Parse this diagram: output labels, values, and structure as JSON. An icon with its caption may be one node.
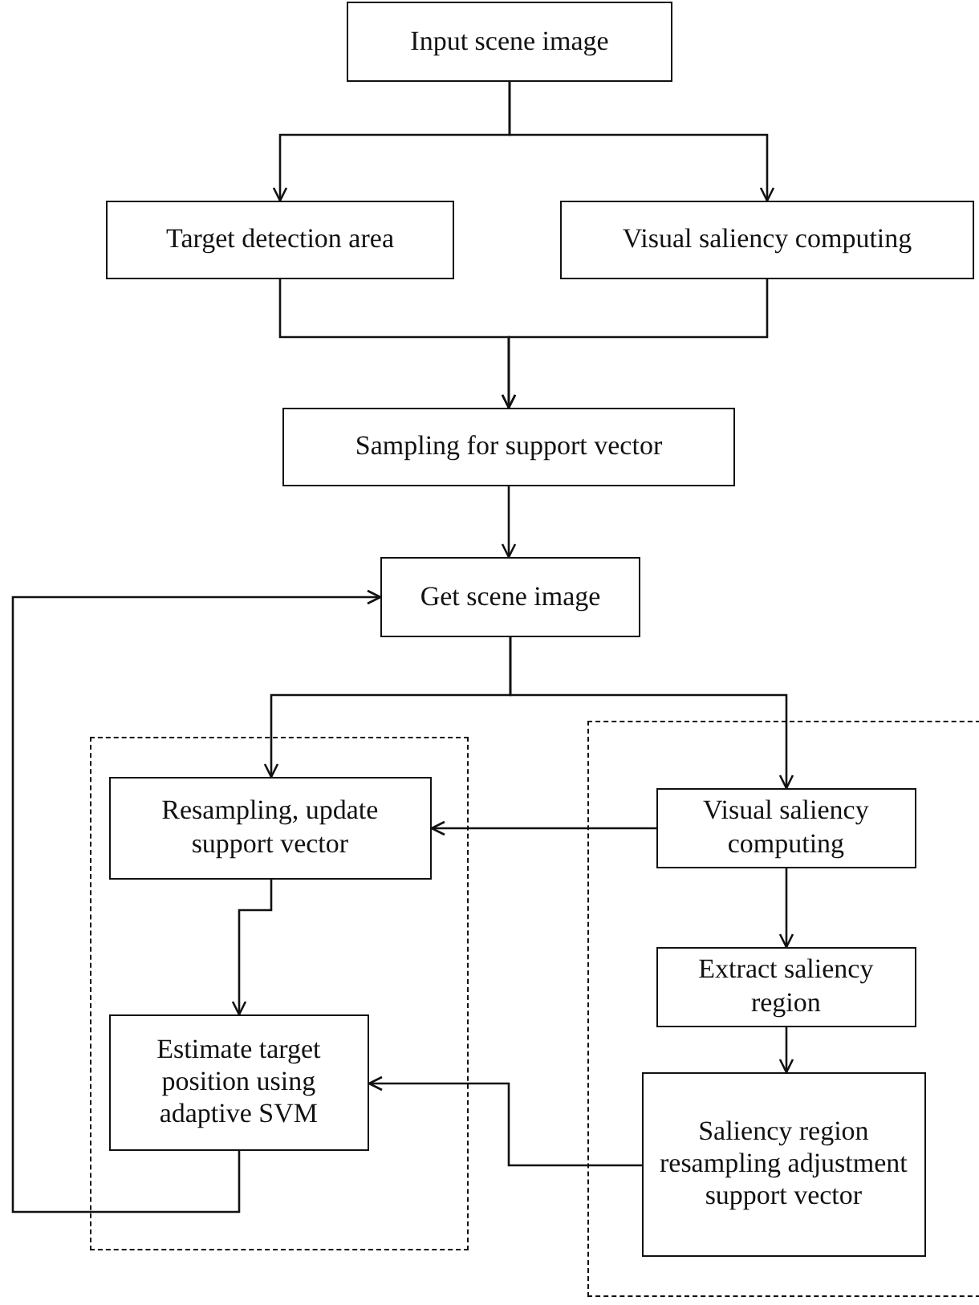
{
  "diagram": {
    "nodes": [
      {
        "text": [
          "Input scene image"
        ]
      },
      {
        "text": [
          "Target detection area"
        ]
      },
      {
        "text": [
          "Visual saliency computing"
        ]
      },
      {
        "text": [
          "Sampling for support vector"
        ]
      },
      {
        "text": [
          "Get scene image"
        ]
      },
      {
        "text": [],
        "shape": "box"
      },
      {
        "text": [
          "Resampling, update support vector"
        ],
        "in": 5
      },
      {
        "text": [
          "Estimate target position using adaptive SVM"
        ],
        "in": 5
      },
      {
        "text": [],
        "shape": "box"
      },
      {
        "text": [
          "Visual saliency computing"
        ],
        "in": 8
      },
      {
        "text": [
          "Extract saliency region"
        ],
        "in": 8
      },
      {
        "text": [
          "Saliency region resampling adjustment support vector"
        ],
        "in": 8
      }
    ],
    "edges": [
      {
        "from": 0,
        "to": 1,
        "arrow": "to"
      },
      {
        "from": 0,
        "to": 2,
        "arrow": "to"
      },
      {
        "from": 1,
        "to": 3,
        "arrow": "to"
      },
      {
        "from": 2,
        "to": 3,
        "arrow": "to"
      },
      {
        "from": 3,
        "to": 4,
        "arrow": "to"
      },
      {
        "from": 7,
        "to": 4,
        "arrow": "to"
      },
      {
        "from": 4,
        "to": 6,
        "arrow": "to"
      },
      {
        "from": 4,
        "to": 9,
        "arrow": "to"
      },
      {
        "from": 9,
        "to": 6,
        "arrow": "to"
      },
      {
        "from": 6,
        "to": 7,
        "arrow": "to"
      },
      {
        "from": 9,
        "to": 10,
        "arrow": "to"
      },
      {
        "from": 10,
        "to": 11,
        "arrow": "to"
      },
      {
        "from": 11,
        "to": 7,
        "arrow": "to"
      }
    ]
  }
}
